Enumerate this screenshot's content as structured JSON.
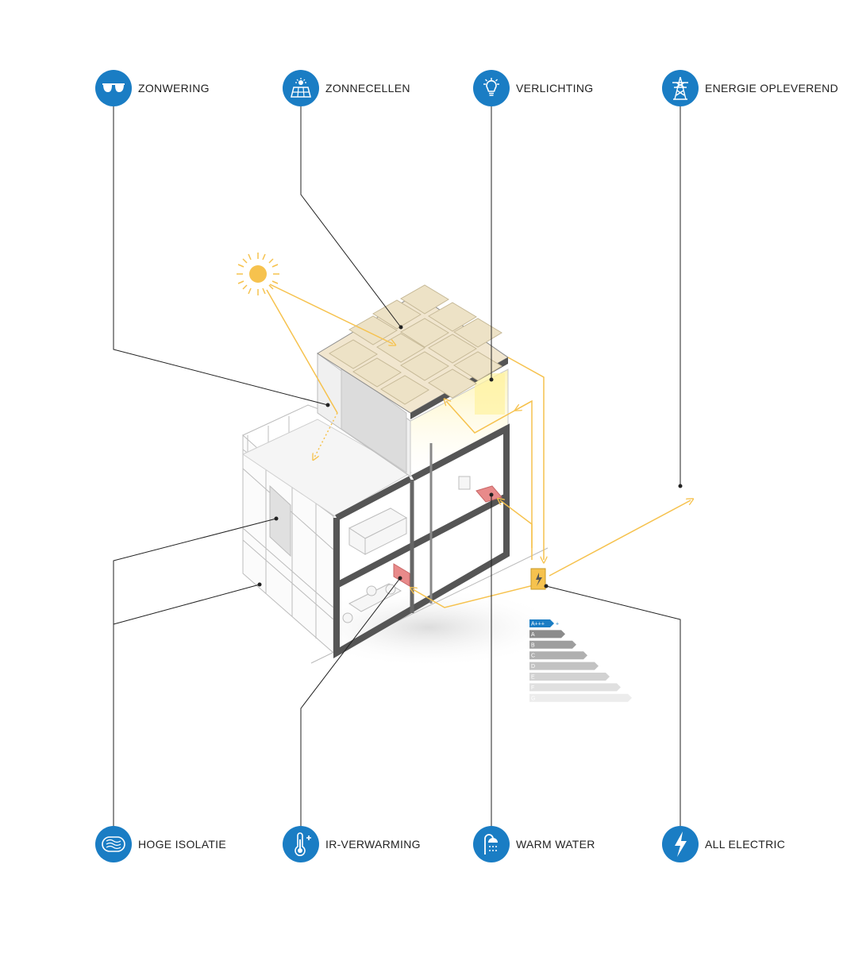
{
  "features": {
    "zonwering": "ZONWERING",
    "zonnecellen": "ZONNECELLEN",
    "verlichting": "VERLICHTING",
    "energie": "ENERGIE OPLEVEREND",
    "isolatie": "HOGE ISOLATIE",
    "ir_verwarming": "IR-VERWARMING",
    "warm_water": "WARM WATER",
    "all_electric": "ALL ELECTRIC"
  },
  "energy_label": {
    "classes": [
      "A+++",
      "A",
      "B",
      "C",
      "D",
      "E",
      "F",
      "G"
    ],
    "highlight_suffix": "+"
  },
  "colors": {
    "accent_blue": "#1a7dc4",
    "sun_yellow": "#f6c24e",
    "heater_red": "#e88a8a",
    "wall_dark": "#555555"
  },
  "icons": {
    "zonwering": "sunglasses-icon",
    "zonnecellen": "solar-panel-icon",
    "verlichting": "lightbulb-icon",
    "energie": "power-pylon-icon",
    "isolatie": "insulation-icon",
    "ir_verwarming": "thermometer-icon",
    "warm_water": "shower-icon",
    "all_electric": "lightning-icon"
  }
}
